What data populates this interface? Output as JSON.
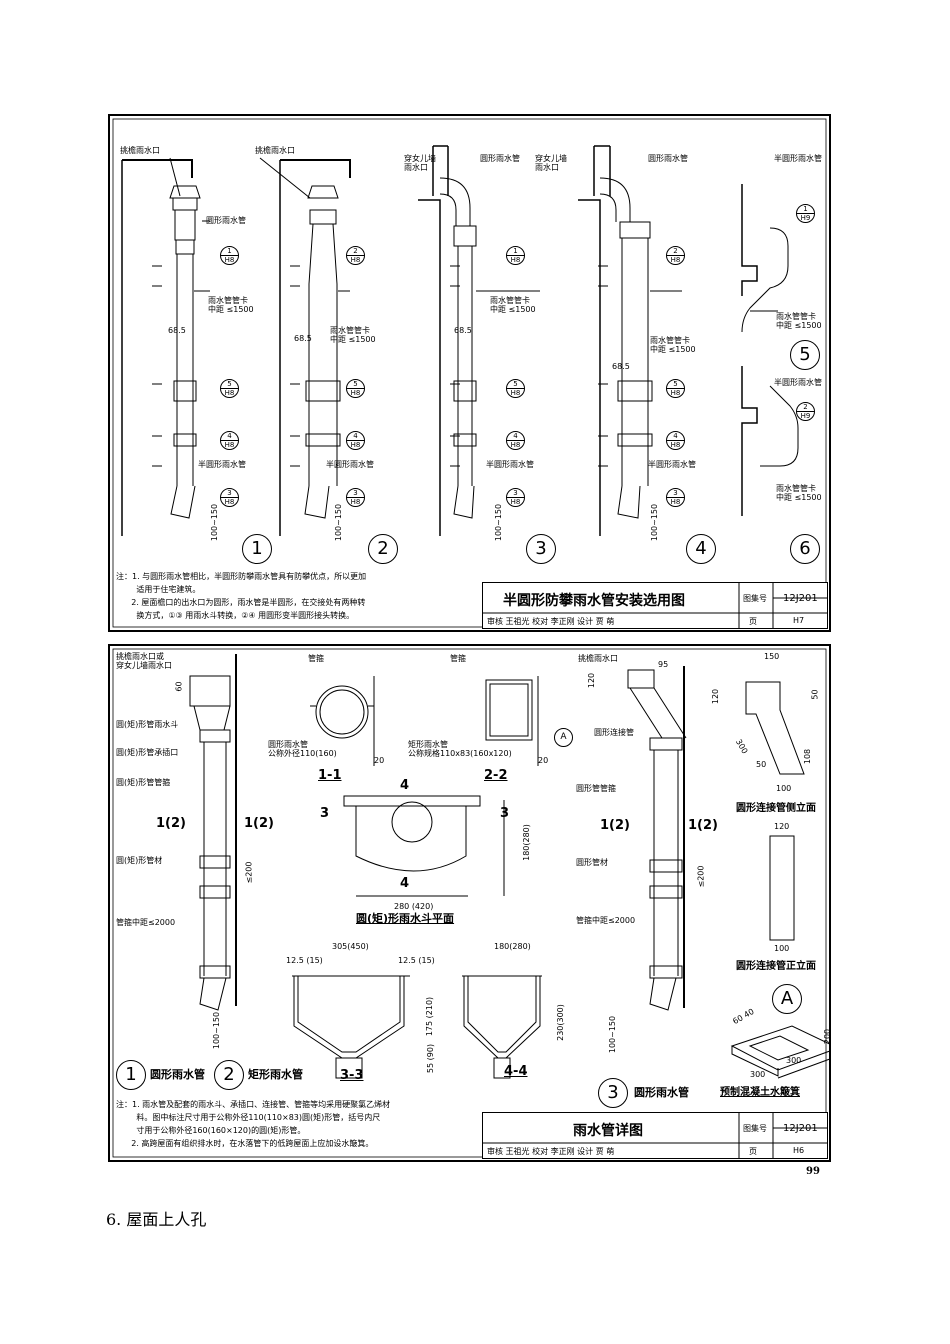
{
  "sheet1": {
    "labels": {
      "eave_outlet_1": "挑檐雨水口",
      "eave_outlet_2": "挑檐雨水口",
      "parapet_outlet_a": "穿女儿墙\n雨水口",
      "parapet_outlet_b": "穿女儿墙\n雨水口",
      "round_pipe_a": "圆形雨水管",
      "round_pipe_b": "圆形雨水管",
      "round_pipe_c": "圆形雨水管",
      "half_pipe_top": "半圆形雨水管",
      "clamp_1": "雨水管管卡\n中距 ≤1500",
      "clamp_2": "雨水管管卡\n中距 ≤1500",
      "clamp_3": "雨水管管卡\n中距 ≤1500",
      "clamp_4": "雨水管管卡\n中距 ≤1500",
      "clamp_5": "雨水管管卡\n中距 ≤1500",
      "clamp_6": "雨水管管卡\n中距 ≤1500",
      "half_pipe_1": "半圆形雨水管",
      "half_pipe_2": "半圆形雨水管",
      "half_pipe_3": "半圆形雨水管",
      "half_pipe_4": "半圆形雨水管",
      "half_pipe_6": "半圆形雨水管",
      "dim_685": "68.5",
      "dim_100_150": "100~150"
    },
    "detail_numbers": [
      "1",
      "2",
      "3",
      "4",
      "5",
      "6"
    ],
    "refs": {
      "r1": "1",
      "r2": "2",
      "r3": "3",
      "r4": "4",
      "r5": "5",
      "sheet_h8": "H8",
      "sheet_h9": "H9"
    },
    "notes": "注：1. 与圆形雨水管相比，半圆形防攀雨水管具有防攀优点，所以更加\n        适用于住宅建筑。\n      2. 屋面檐口的出水口为圆形，雨水管是半圆形，在交接处有两种转\n        换方式，①③ 用雨水斗转换，②④ 用圆形变半圆形接头转换。",
    "title_block": {
      "title": "半圆形防攀雨水管安装选用图",
      "atlas_label": "图集号",
      "atlas_no": "12J201",
      "row": "审核  王祖光  校对  李正刚  设计  贾  萌",
      "page_label": "页",
      "page": "H7"
    }
  },
  "sheet2": {
    "labels": {
      "outlet_or": "挑檐雨水口或\n穿女儿墙雨水口",
      "hopper": "圆(矩)形管雨水斗",
      "socket": "圆(矩)形管承插口",
      "hoop": "圆(矩)形管管箍",
      "pipe": "圆(矩)形管材",
      "hoop_spacing": "管箍中距≤2000",
      "hoop_a": "管箍",
      "hoop_b": "管箍",
      "round_pipe_spec": "圆形雨水管\n公称外径110(160)",
      "rect_pipe_spec": "矩形雨水管\n公称规格110x83(160x120)",
      "eave_outlet": "挑檐雨水口",
      "round_connector": "圆形连接管",
      "round_hoop": "圆形管管箍",
      "round_pipe_material": "圆形管材",
      "round_hoop_spacing": "管箍中距≤2000",
      "conn_side": "圆形连接管侧立面",
      "conn_front": "圆形连接管正立面",
      "splash": "预制混凝土水簸箕",
      "hopper_plan": "圆(矩)形雨水斗平面"
    },
    "sections": {
      "s11": "1-1",
      "s22": "2-2",
      "s33": "3-3",
      "s44": "4-4",
      "cut1": "1(2)",
      "cut3": "3",
      "cut4": "4",
      "a": "A"
    },
    "captions": {
      "c1": "圆形雨水管",
      "c2": "矩形雨水管",
      "c3": "圆形雨水管"
    },
    "dims": {
      "d60": "60",
      "d95": "95",
      "d120": "120",
      "d150": "150",
      "d50": "50",
      "d300": "300",
      "d108": "108",
      "d100": "100",
      "d200": "200",
      "d20": "20",
      "d_le200": "≤200",
      "d180_280": "180(280)",
      "d280_420": "280 (420)",
      "d305_450": "305(450)",
      "d125_15": "12.5 (15)",
      "d175_210": "175 (210)",
      "d55_90": "55 (90)",
      "d230_300": "230(300)",
      "d100_150": "100~150",
      "d60_40": "60 40"
    },
    "notes": "注：1. 雨水管及配套的雨水斗、承插口、连接管、管箍等均采用硬聚氯乙烯材\n        料。图中标注尺寸用于公称外径110(110×83)圆(矩)形管，括号内尺\n        寸用于公称外径160(160×120)的圆(矩)形管。\n      2. 高跨屋面有组织排水时，在水落管下的低跨屋面上应加设水簸箕。",
    "title_block": {
      "title": "雨水管详图",
      "atlas_label": "图集号",
      "atlas_no": "12J201",
      "row": "审核  王祖光  校对  李正刚  设计  贾  萌",
      "page_label": "页",
      "page": "H6"
    }
  },
  "page_number": "99",
  "heading": "6.    屋面上人孔"
}
